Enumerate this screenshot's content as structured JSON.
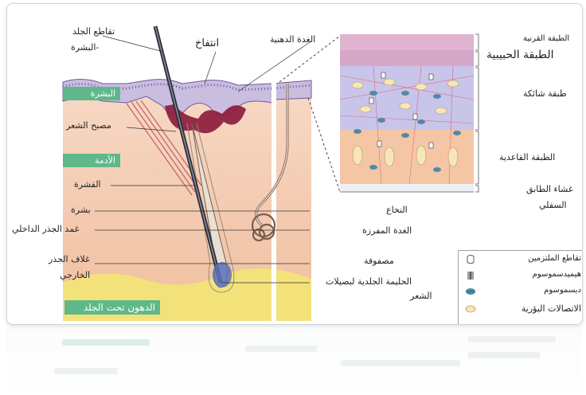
{
  "labels": {
    "dermoepidermal_junction": "تقاطع الجلد",
    "epidermis_suffix": "-البشرة",
    "swelling": "انتفاخ",
    "sebaceous_gland": "الغدة الدهنية",
    "epidermis_box": "البشرة",
    "hair_follicle": "مصبح الشعر",
    "dermis_box": "الأدمة",
    "cuticle": "القشرة",
    "skin": "بشرة",
    "inner_root_sheath": "غمد الجذر الداخلي",
    "outer_root_sheath_1": "غلاف الجذر",
    "outer_root_sheath_2": "الخارجي",
    "subcutaneous_fat_box": "الدهون تحت الجلد",
    "medulla": "النخاع",
    "secretory_gland": "الغدة المفرزة",
    "matrix": "مصفوفة",
    "dermal_papilla_1": "الحليمة الجلدية لبصيلات",
    "dermal_papilla_2": "الشعر",
    "stratum_corneum": "الطبقة القرنية",
    "stratum_granulosum": "الطبقة الحبيبية",
    "stratum_spinosum": "طبقة شائكة",
    "stratum_basale": "الطبقة القاعدية",
    "basement_membrane_1": "غشاء الطابق",
    "basement_membrane_2": "السفلي"
  },
  "legend": {
    "items": [
      {
        "label": "تقاطع الملتزمين",
        "icon": "cylinder-icon"
      },
      {
        "label": "هيميدسموسوم",
        "icon": "hemidesmosome-icon"
      },
      {
        "label": "ديسموسوم",
        "icon": "desmosome-icon"
      },
      {
        "label": "الاتصالات البؤرية",
        "icon": "oval-junction-icon"
      }
    ]
  },
  "colors": {
    "dermis": "#f5c9b0",
    "epidermis": "#c9bde0",
    "fat": "#f3e27a",
    "green_box": "#5fb88a",
    "gland_red": "#8b1a3a",
    "desmosome": "#4f8aa8"
  }
}
